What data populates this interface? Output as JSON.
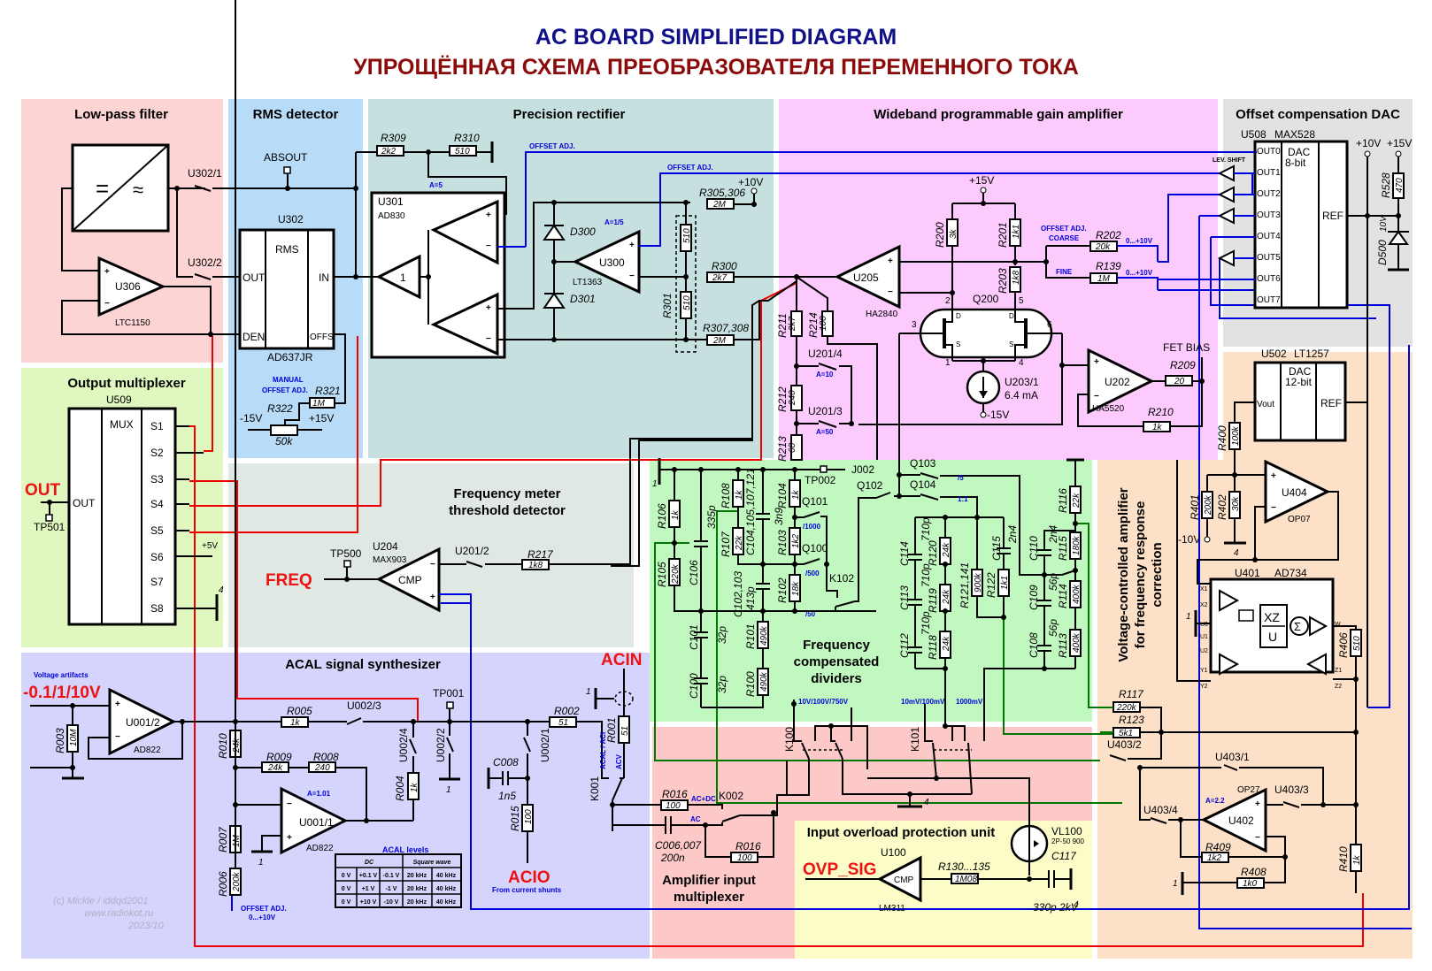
{
  "title": {
    "en": "AC BOARD SIMPLIFIED DIAGRAM",
    "ru": "УПРОЩЁННАЯ СХЕМА ПРЕОБРАЗОВАТЕЛЯ ПЕРЕМЕННОГО ТОКА",
    "en_color": "#101088",
    "ru_color": "#8b0a0a"
  },
  "colors": {
    "lowpass": "#fdd4d4",
    "rms": "#b8dcf8",
    "rectifier": "#c6e0e0",
    "pga": "#fccafc",
    "offset_dac": "#e2e2e2",
    "output_mux": "#e0f8c0",
    "freq_meter": "#e0e8e4",
    "dividers": "#c0f8c0",
    "acal": "#d4d4fc",
    "amp_input_mux": "#fcc8c8",
    "ovp": "#fcfcc8",
    "vca": "#fce0c8",
    "wire_red": "#ee0000",
    "wire_blue": "#0000dd",
    "wire_green": "#007700"
  },
  "sections": {
    "lowpass": "Low-pass filter",
    "rms": "RMS detector",
    "rectifier": "Precision rectifier",
    "pga": "Wideband programmable gain amplifier",
    "offset_dac": "Offset compensation DAC",
    "output_mux": "Output multiplexer",
    "freq_meter_1": "Frequency meter",
    "freq_meter_2": "threshold detector",
    "dividers_1": "Frequency",
    "dividers_2": "compensated",
    "dividers_3": "dividers",
    "acal": "ACAL signal synthesizer",
    "amp_input_mux_1": "Amplifier input",
    "amp_input_mux_2": "multiplexer",
    "ovp": "Input overload protection unit",
    "vca_1": "Voltage-controlled amplifier",
    "vca_2": "for frequency response",
    "vca_3": "correction"
  },
  "signals": {
    "out": "OUT",
    "freq": "FREQ",
    "acin": "ACIN",
    "acio": "ACIO",
    "acio_note": "From current shunts",
    "ovp_sig": "OVP_SIG",
    "voltage_in": "-0.1/1/10V",
    "voltage_note": "Voltage artifacts"
  },
  "lowpass": {
    "u306": "U306",
    "u306_type": "LTC1150",
    "sw1": "U302/1",
    "sw2": "U302/2",
    "filter_dc": "=",
    "filter_ac": "≈"
  },
  "rms": {
    "chip": "U302",
    "type": "AD637JR",
    "func": "RMS",
    "pin_out": "OUT",
    "pin_in": "IN",
    "pin_den": "DEN",
    "pin_offs": "OFFS",
    "absout": "ABSOUT",
    "manual_1": "MANUAL",
    "manual_2": "OFFSET ADJ.",
    "r321": "R321",
    "r321_v": "1M",
    "r322": "R322",
    "r322_v": "50k",
    "vneg": "-15V",
    "vpos": "+15V"
  },
  "rectifier": {
    "u301": "U301",
    "u301_type": "AD830",
    "buf_gain": "1",
    "gain_a5": "A=5",
    "r309": "R309",
    "r309_v": "2k2",
    "r310": "R310",
    "r310_v": "510",
    "offset_adj": "OFFSET ADJ.",
    "d300": "D300",
    "d301": "D301",
    "u300": "U300",
    "u300_type": "LT1363",
    "gain_a15": "A=1/5",
    "r301": "R301",
    "r301_v": "510",
    "r300": "R300",
    "r300_v": "2k7",
    "r305": "R305,306",
    "r305_v": "2M",
    "r307": "R307,308",
    "r307_v": "2M",
    "v10": "+10V"
  },
  "pga": {
    "v15": "+15V",
    "vneg15": "-15V",
    "r200": "R200",
    "r200_v": "3k",
    "r201": "R201",
    "r201_v": "1k1",
    "r203": "R203",
    "r203_v": "1k8",
    "r202": "R202",
    "r202_v": "20k",
    "r139": "R139",
    "r139_v": "1M",
    "coarse_1": "OFFSET ADJ.",
    "coarse_2": "COARSE",
    "fine": "FINE",
    "range": "0...+10V",
    "u205": "U205",
    "u205_type": "HA2840",
    "q200": "Q200",
    "pin2": "2",
    "pin5": "5",
    "pin3": "3",
    "pin6": "6",
    "pin1": "1",
    "pin4": "4",
    "d": "D",
    "s": "S",
    "u203": "U203/1",
    "u203_i": "6.4 mA",
    "u202": "U202",
    "u202_type": "HA5520",
    "r209": "R209",
    "r209_v": "20",
    "r210": "R210",
    "r210_v": "1k",
    "fet_bias": "FET BIAS",
    "r211": "R211",
    "r211_v": "2k7",
    "r214": "R214",
    "r214_v": "100",
    "r212": "R212",
    "r212_v": "240",
    "r213": "R213",
    "r213_v": "60",
    "u201_4": "U201/4",
    "a10": "A=10",
    "u201_3": "U201/3",
    "a50": "A=50"
  },
  "offset_dac": {
    "chip": "U508",
    "type": "MAX528",
    "dac": "DAC",
    "bits": "8-bit",
    "ref": "REF",
    "lev_shift": "LEV. SHIFT",
    "outputs": [
      "OUT0",
      "OUT1",
      "OUT2",
      "OUT3",
      "OUT4",
      "OUT5",
      "OUT6",
      "OUT7"
    ],
    "v10": "+10V",
    "v15": "+15V",
    "r528": "R528",
    "r528_v": "470",
    "d500": "D500",
    "d500_v": "10V"
  },
  "output_mux": {
    "chip": "U509",
    "func": "MUX",
    "pin_out": "OUT",
    "inputs": [
      "S1",
      "S2",
      "S3",
      "S4",
      "S5",
      "S6",
      "S7",
      "S8"
    ],
    "tp": "TP501",
    "v5": "+5V",
    "gnd4": "4"
  },
  "freq_meter": {
    "tp": "TP500",
    "chip": "U204",
    "type": "MAX903",
    "cmp": "CMP",
    "sw": "U201/2",
    "r217": "R217",
    "r217_v": "1k8"
  },
  "dividers": {
    "gnd1": "1",
    "tp002": "TP002",
    "j002": "J002",
    "r106": "R106",
    "r106_v": "1k",
    "r105": "R105",
    "r105_v": "220k",
    "c106": "C106",
    "c106_v": "335p",
    "r108": "R108",
    "r108_v": "1k",
    "r107": "R107",
    "r107_v": "22k",
    "c104": "C104,105,107,121",
    "c104_v": "3n9",
    "c102": "C102,103",
    "c102_v": "413p",
    "r104": "R104",
    "r104_v": "1k",
    "r103": "R103",
    "r103_v": "1k2",
    "r102": "R102",
    "r102_v": "18k",
    "r101": "R101",
    "r101_v": "490k",
    "r100": "R100",
    "r100_v": "490k",
    "c101": "C101",
    "c101_v": "32p",
    "c100": "C100",
    "c100_v": "32p",
    "q101": "Q101",
    "q100": "Q100",
    "k102": "K102",
    "d1000": "/1000",
    "d500": "/500",
    "d50": "/50",
    "q102": "Q102",
    "q103": "Q103",
    "q104": "Q104",
    "d5": "/5",
    "d1": "1:1",
    "c114": "C114",
    "c114_v": "710p",
    "c113": "C113",
    "c113_v": "710p",
    "c112": "C112",
    "c112_v": "710p",
    "r120": "R120",
    "r120_v": "24k",
    "r119": "R119",
    "r119_v": "24k",
    "r118": "R118",
    "r118_v": "24k",
    "r121": "R121,141",
    "r121_v": "900k",
    "c115": "C115",
    "c115_v": "2n4",
    "r122": "R122",
    "r122_v": "1k1",
    "c110": "C110",
    "c110_v": "2n4",
    "c109": "C109",
    "c109_v": "56p",
    "c108": "C108",
    "c108_v": "56p",
    "r116": "R116",
    "r116_v": "22k",
    "r115": "R115",
    "r115_v": "180k",
    "r114": "R114",
    "r114_v": "400k",
    "r113": "R113",
    "r113_v": "400k",
    "range_hv": "10V/100V/750V",
    "range_lv": "10mV/100mV",
    "range_1000": "1000mV"
  },
  "acal": {
    "r003": "R003",
    "r003_v": "10M",
    "u001_2": "U001/2",
    "u001_type": "AD822",
    "r005": "R005",
    "r005_v": "1k",
    "u002_3": "U002/3",
    "r010": "R010",
    "r010_v": "24k",
    "r009": "R009",
    "r009_v": "24k",
    "r008": "R008",
    "r008_v": "240",
    "u001_1": "U001/1",
    "a101": "A=1.01",
    "r007": "R007",
    "r007_v": "1M",
    "r006": "R006",
    "r006_v": "200k",
    "offset_1": "OFFSET ADJ.",
    "offset_2": "0...+10V",
    "u002_4": "U002/4",
    "r004": "R004",
    "r004_v": "1k",
    "u002_2": "U002/2",
    "tp001": "TP001",
    "u002_1": "U002/1",
    "c008": "C008",
    "c008_v": "1n5",
    "r015": "R015",
    "r015_v": "100",
    "r002": "R002",
    "r002_v": "51",
    "r001": "R001",
    "r001_v": "51",
    "k001": "K001",
    "acal_aci": "ACAL / ACI",
    "acv": "ACV",
    "gnd1": "1",
    "levels_title": "ACAL levels",
    "levels_head": [
      "DC",
      "Square wave"
    ],
    "levels_rows": [
      [
        "0 V",
        "+0.1 V",
        "-0.1 V",
        "20 kHz",
        "40 kHz"
      ],
      [
        "0 V",
        "+1 V",
        "-1 V",
        "20 kHz",
        "40 kHz"
      ],
      [
        "0 V",
        "+10 V",
        "-10 V",
        "20 kHz",
        "40 kHz"
      ]
    ],
    "credit_1": "(c) Mickle / iddqd2001",
    "credit_2": "www.radiokot.ru",
    "credit_3": "2023/10"
  },
  "amp_input_mux": {
    "r016a": "R016",
    "r016a_v": "100",
    "acdc": "AC+DC",
    "k002": "K002",
    "ac": "AC",
    "c006": "C006,007",
    "c006_v": "200n",
    "r016b": "R016",
    "r016b_v": "100",
    "k100": "K100",
    "k101": "K101",
    "gnd4": "4"
  },
  "ovp": {
    "u100": "U100",
    "type": "LM311",
    "cmp": "CMP",
    "r130": "R130...135",
    "r130_v": "1M08",
    "vl100": "VL100",
    "vl100_type": "2P-50 900",
    "c117": "C117",
    "c117_v": "330p 2kV",
    "gnd4": "4"
  },
  "vca": {
    "u502": "U502",
    "u502_type": "LT1257",
    "dac": "DAC",
    "bits": "12-bit",
    "vout": "Vout",
    "ref": "REF",
    "r400": "R400",
    "r400_v": "100k",
    "r401": "R401",
    "r401_v": "200k",
    "r402": "R402",
    "r402_v": "30k",
    "vneg10": "-10V",
    "gnd4": "4",
    "u404": "U404",
    "u404_type": "OP07",
    "u401": "U401",
    "u401_type": "AD734",
    "pins_l": [
      "X1",
      "X2",
      "U0",
      "U1",
      "U2",
      "Y1",
      "Y2"
    ],
    "pins_r": [
      "W",
      "Z1",
      "Z2"
    ],
    "xz": "XZ",
    "u": "U",
    "sigma": "Σ",
    "r406": "R406",
    "r406_v": "510",
    "r117": "R117",
    "r117_v": "220k",
    "r123": "R123",
    "r123_v": "5k1",
    "u403_2": "U403/2",
    "u403_1": "U403/1",
    "u403_3": "U403/3",
    "u403_4": "U403/4",
    "u402": "U402",
    "u402_type": "OP27",
    "a22": "A=2.2",
    "r409": "R409",
    "r409_v": "1k2",
    "r408": "R408",
    "r408_v": "1k0",
    "r410": "R410",
    "r410_v": "1k",
    "gnd1": "1"
  }
}
